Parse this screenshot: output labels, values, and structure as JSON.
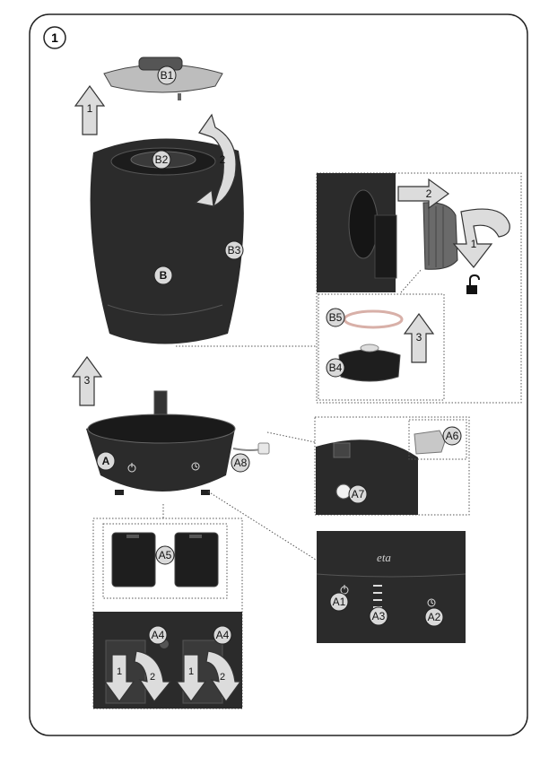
{
  "figure": {
    "step_number": "1",
    "labels": {
      "B1": "B1",
      "B2": "B2",
      "B3": "B3",
      "B": "B",
      "B4": "B4",
      "B5": "B5",
      "A": "A",
      "A1": "A1",
      "A2": "A2",
      "A3": "A3",
      "A4a": "A4",
      "A4b": "A4",
      "A5": "A5",
      "A6": "A6",
      "A7": "A7",
      "A8": "A8"
    },
    "arrows": {
      "lift_lid": "1",
      "rotate_tank": "2",
      "lift_tank": "3",
      "cap_pull": "2",
      "cap_rotate": "1",
      "float_lift": "3",
      "filter_left_down": "1",
      "filter_left_turn": "2",
      "filter_right_down": "1",
      "filter_right_turn": "2"
    },
    "brand_text": "eta",
    "icons": [
      "power-icon",
      "timer-icon",
      "unlock-icon"
    ],
    "colors": {
      "device": "#2b2b2b",
      "arrow_fill": "#dcdcdc",
      "border": "#222222"
    }
  }
}
